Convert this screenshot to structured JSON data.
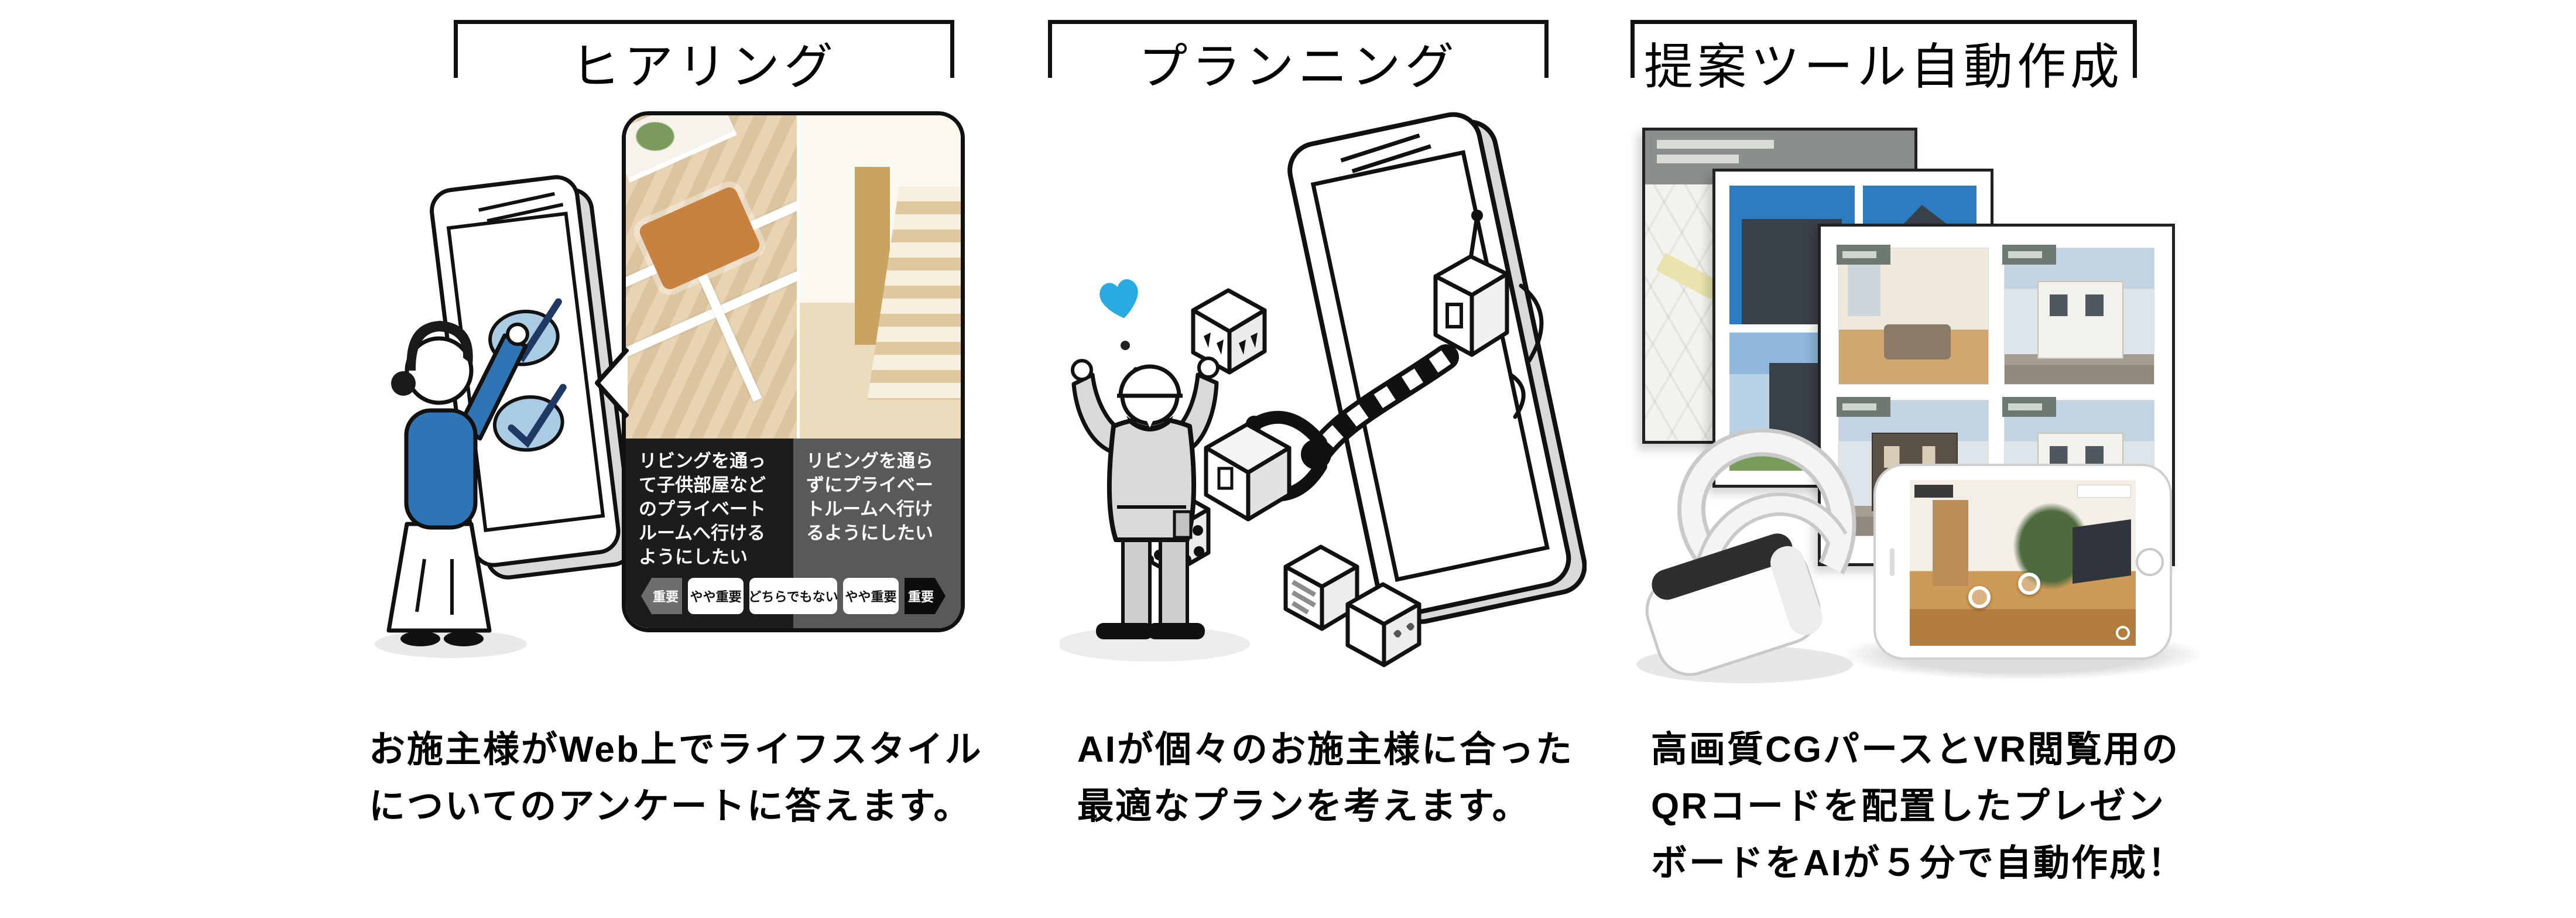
{
  "page": {
    "background": "#ffffff"
  },
  "panels": [
    {
      "title": "ヒアリング",
      "caption": [
        "お施主様がWeb上でライフスタイル",
        "についてのアンケートに答えます。"
      ],
      "survey": {
        "option_left": "リビングを通って子供部屋などのプライベートルームへ行けるようにしたい",
        "option_right": "リビングを通らずにプライベートルームへ行けるようにしたい",
        "scale": [
          "重要",
          "やや重要",
          "どちらでもない",
          "やや重要",
          "重要"
        ]
      }
    },
    {
      "title": "プランニング",
      "caption": [
        "AIが個々のお施主様に合った",
        "最適なプランを考えます。"
      ]
    },
    {
      "title": "提案ツール自動作成",
      "caption": [
        "高画質CGパースとVR閲覧用の",
        "QRコードを配置したプレゼン",
        "ボードをAIが５分で自動作成！"
      ]
    }
  ],
  "colors": {
    "accent_blue": "#2e75b6",
    "heart_blue": "#29abe2",
    "check_fill": "#a9cce3",
    "check_stroke": "#1f3864",
    "survey_dark": "#1c1c1c",
    "survey_gray": "#595959",
    "board_blue": "#2b7cc0"
  }
}
